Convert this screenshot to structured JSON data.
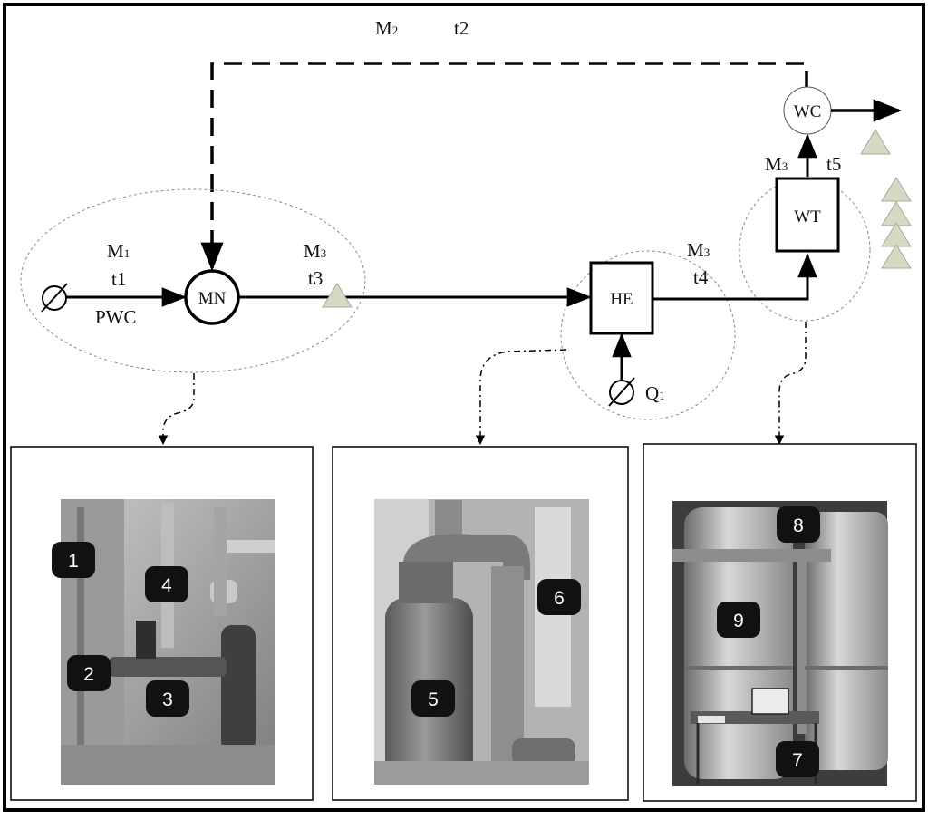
{
  "top_flow": {
    "mass": "M",
    "mass_sub": "2",
    "temp": "t2"
  },
  "left_stage": {
    "mass": "M",
    "mass_sub": "1",
    "temp": "t1",
    "mixer": "MN",
    "cold_water": "PWC",
    "out_mass": "M",
    "out_mass_sub": "3",
    "out_temp": "t3"
  },
  "middle_stage": {
    "exchanger": "HE",
    "heat": "Q",
    "heat_sub": "1",
    "out_mass": "M",
    "out_mass_sub": "3",
    "out_temp": "t4"
  },
  "right_stage": {
    "tank": "WT",
    "consumer": "WC",
    "out_mass": "M",
    "out_mass_sub": "3",
    "out_temp": "t5"
  },
  "photo_badges": [
    "1",
    "2",
    "3",
    "4",
    "5",
    "6",
    "8",
    "9",
    "7"
  ],
  "colors": {
    "triangle_fill": "#d5dac4",
    "badge": "#111111",
    "line": "#000000"
  }
}
